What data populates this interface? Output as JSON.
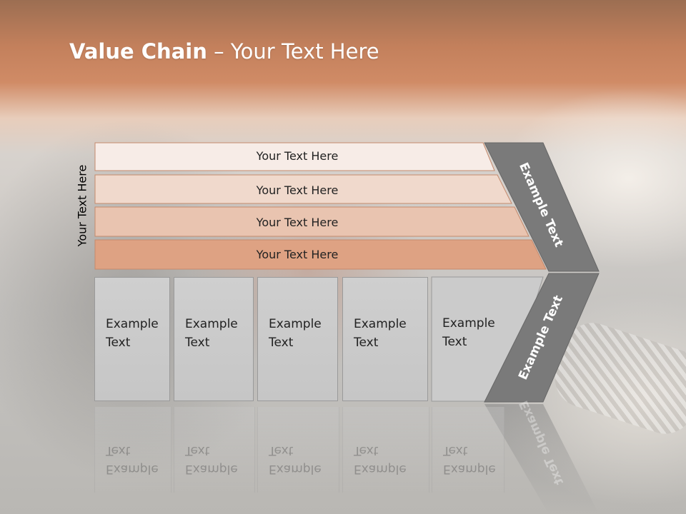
{
  "title": {
    "bold": "Value Chain",
    "rest": " – Your Text Here"
  },
  "side_label": "Your Text Here",
  "support_rows": [
    "Your Text Here",
    "Your Text Here",
    "Your Text Here",
    "Your Text Here"
  ],
  "primary_boxes": [
    "Example\nText",
    "Example\nText",
    "Example\nText",
    "Example\nText",
    "Example\nText"
  ],
  "chevron_top_label": "Example Text",
  "chevron_bottom_label": "Example Text",
  "colors": {
    "row_fills": [
      "#f7ece7",
      "#f0d9cc",
      "#e9c4b0",
      "#dea283"
    ],
    "row_border": "#c58a6c",
    "chevron_fill": "#7a7a7a",
    "box_fill": "#cbcbcb"
  }
}
